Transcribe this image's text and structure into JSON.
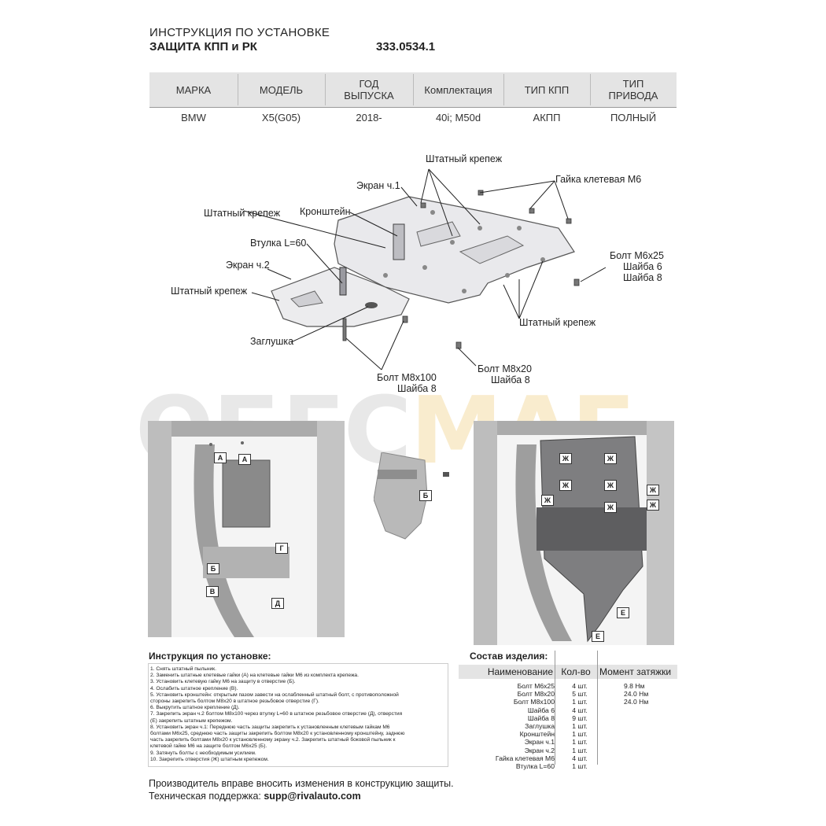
{
  "header": {
    "title_line1": "ИНСТРУКЦИЯ ПО УСТАНОВКЕ",
    "title_line2": "ЗАЩИТА КПП и РК",
    "code": "333.0534.1"
  },
  "spec_table": {
    "headers": [
      "МАРКА",
      "МОДЕЛЬ",
      "ГОД ВЫПУСКА",
      "Комплектация",
      "ТИП КПП",
      "ТИП ПРИВОДА"
    ],
    "header_lines": [
      [
        "МАРКА"
      ],
      [
        "МОДЕЛЬ"
      ],
      [
        "ГОД",
        "ВЫПУСКА"
      ],
      [
        "Комплектация"
      ],
      [
        "ТИП КПП"
      ],
      [
        "ТИП",
        "ПРИВОДА"
      ]
    ],
    "values": [
      "BMW",
      "X5(G05)",
      "2018-",
      "40i; M50d",
      "АКПП",
      "ПОЛНЫЙ"
    ]
  },
  "diagram_labels": {
    "shtatny_krepezh_top": "Штатный крепеж",
    "gayka": "Гайка клетевая М6",
    "ekran1": "Экран ч.1",
    "shtatny_krepezh_left": "Штатный крепеж",
    "kronshtein": "Кронштейн",
    "vtulka": "Втулка L=60",
    "ekran2": "Экран ч.2",
    "shtatny_krepezh_left2": "Штатный крепеж",
    "bolt_m6_line1": "Болт М6х25",
    "bolt_m6_line2": "Шайба 6",
    "bolt_m6_line3": "Шайба 8",
    "shtatny_krepezh_right": "Штатный крепеж",
    "zaglushka": "Заглушка",
    "bolt_m8x100_line1": "Болт М8х100",
    "bolt_m8x100_line2": "Шайба 8",
    "bolt_m8x20_line1": "Болт М8х20",
    "bolt_m8x20_line2": "Шайба 8"
  },
  "watermark": {
    "part1": "ОБЕС",
    "part2": "МАГ",
    "accent_color": "#e6b43c"
  },
  "photo_markers": {
    "left": [
      "А",
      "А",
      "Б",
      "В",
      "Г",
      "Д"
    ],
    "middle": [
      "Б"
    ],
    "right": [
      "Ж",
      "Ж",
      "Ж",
      "Ж",
      "Ж",
      "Ж",
      "Ж",
      "Ж",
      "Е",
      "Е"
    ]
  },
  "instructions": {
    "title": "Инструкция по установке:",
    "steps": [
      "1. Снять штатный пыльник.",
      "2. Заменить штатные клетевые гайки (А) на клетевые гайки М6 из комплекта крепежа.",
      "3. Установить клетевую гайку М6 на защиту в отверстие (Б).",
      "4. Ослабить штатное крепление (В).",
      "5. Установить кронштейн: открытым пазом завести на ослабленный штатный болт, с противоположной",
      "стороны закрепить болтом М8х20 в штатное резьбовое отверстие (Г).",
      "6. Выкрутить штатное крепление (Д).",
      "7. Закрепить экран ч.2 болтом М8х100 через втулку L=60 в штатное резьбовое отверстие (Д), отверстия",
      "(Е) закрепить штатным крепежом.",
      "8. Установить экран ч.1: Переднюю часть защиты закрепить к установленным клетевым гайкам М6",
      "болтами М6х25, среднюю часть защиты закрепить болтом М8х20 к установленному кронштейну, заднюю",
      "часть закрепить болтами М8х20 к установленному экрану ч.2. Закрепить штатный боковой пыльник к",
      "клетевой гайке М6 на защите болтом М6х25 (Б).",
      "9. Затянуть болты с необходимым усилием.",
      "10. Закрепить отверстия (Ж) штатным крепежом."
    ]
  },
  "composition": {
    "title": "Состав изделия:",
    "headers": [
      "Наименование",
      "Кол-во",
      "Момент затяжки"
    ],
    "rows": [
      [
        "Болт М6х25",
        "4 шт.",
        "9.8 Нм"
      ],
      [
        "Болт М8х20",
        "5 шт.",
        "24.0 Нм"
      ],
      [
        "Болт М8х100",
        "1 шт.",
        "24.0 Нм"
      ],
      [
        "Шайба 6",
        "4 шт.",
        ""
      ],
      [
        "Шайба 8",
        "9 шт.",
        ""
      ],
      [
        "Заглушка",
        "1 шт.",
        ""
      ],
      [
        "Кронштейн",
        "1 шт.",
        ""
      ],
      [
        "Экран ч.1",
        "1 шт.",
        ""
      ],
      [
        "Экран ч.2",
        "1 шт.",
        ""
      ],
      [
        "Гайка клетевая М6",
        "4 шт.",
        ""
      ],
      [
        "Втулка L=60",
        "1 шт.",
        ""
      ]
    ]
  },
  "footer": {
    "line1": "Производитель вправе вносить изменения в конструкцию защиты.",
    "support_label": "Техническая поддержка:",
    "support_email": "supp@rivalauto.com"
  }
}
